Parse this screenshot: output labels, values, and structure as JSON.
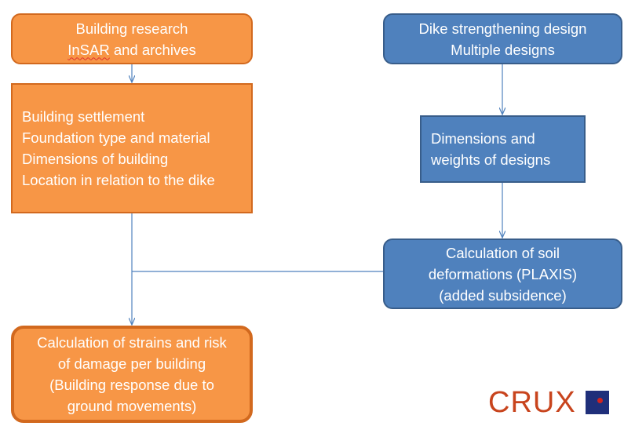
{
  "boxes": {
    "building_research": {
      "line1": "Building research",
      "line2_part1": "InSAR",
      "line2_part2": " and archives"
    },
    "building_data": {
      "line1": "Building settlement",
      "line2": "Foundation type and material",
      "line3": "Dimensions of building",
      "line4": "Location in relation to the dike"
    },
    "dike_design": {
      "line1": "Dike strengthening design",
      "line2": "Multiple designs"
    },
    "design_dimensions": {
      "line1": "Dimensions and",
      "line2": "weights of designs"
    },
    "soil_calc": {
      "line1": "Calculation of soil",
      "line2": "deformations (PLAXIS)",
      "line3": "(added subsidence)"
    },
    "strain_calc": {
      "line1": "Calculation of strains and risk",
      "line2": "of damage per building",
      "line3": "(Building response due to",
      "line4": "ground movements)"
    }
  },
  "logo": {
    "text": "CRUX"
  },
  "colors": {
    "orange_fill": "#f79646",
    "orange_border": "#d2691e",
    "blue_fill": "#4f81bd",
    "blue_border": "#385d8a",
    "connector": "#4f81bd",
    "logo_text": "#c8441d",
    "logo_square": "#1f2f7a",
    "logo_dot": "#d0231f"
  }
}
